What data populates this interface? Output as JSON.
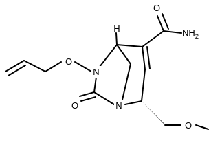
{
  "molecule": {
    "atoms": {
      "N6": "N",
      "O_ether": "O",
      "O_carbonyl": "O",
      "N1": "N",
      "O_amide": "O",
      "N_amide": "NH",
      "N_amide_subscript": "2",
      "O_methoxy": "O",
      "H_stereo": "H"
    }
  },
  "colors": {
    "bond": "#000000",
    "label": "#000000",
    "background": "#ffffff"
  }
}
